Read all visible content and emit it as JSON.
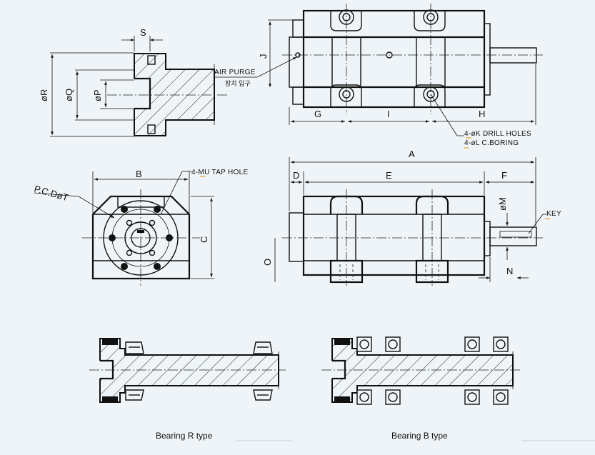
{
  "dims": {
    "S": "S",
    "R": "øR",
    "Q": "øQ",
    "P": "øP",
    "J": "J",
    "G": "G",
    "I": "I",
    "H": "H",
    "A": "A",
    "D": "D",
    "E": "E",
    "F": "F",
    "M": "øM",
    "N": "N",
    "O": "O",
    "B": "B",
    "C": "C",
    "T": "P.C.DøT"
  },
  "notes": {
    "air_purge": "AIR PURGE",
    "air_purge_kor": "장치 입구",
    "drill_holes": "4-øK DRILL HOLES",
    "c_boring": "4-øL C.BORING",
    "tap_hole": "4-MU TAP HOLE",
    "key": "KEY"
  },
  "captions": {
    "bearing_r": "Bearing R type",
    "bearing_b": "Bearing B type"
  },
  "colors": {
    "background": "#eef4f7",
    "line": "#111111",
    "accent": "#e0a020"
  }
}
